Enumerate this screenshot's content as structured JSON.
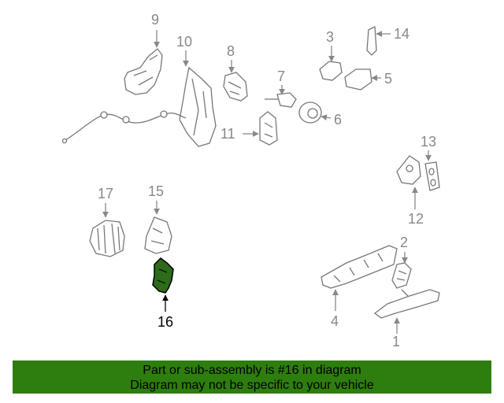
{
  "callouts": {
    "c1": "1",
    "c2": "2",
    "c3": "3",
    "c4": "4",
    "c5": "5",
    "c6": "6",
    "c7": "7",
    "c8": "8",
    "c9": "9",
    "c10": "10",
    "c11": "11",
    "c12": "12",
    "c13": "13",
    "c14": "14",
    "c15": "15",
    "c16": "16",
    "c17": "17"
  },
  "highlight": {
    "part": "16",
    "color": "#2e6b1a"
  },
  "banner": {
    "line1": "Part or sub-assembly is #16 in diagram",
    "line2": "Diagram may not be specific to your vehicle",
    "color": "#2e7d0f"
  }
}
